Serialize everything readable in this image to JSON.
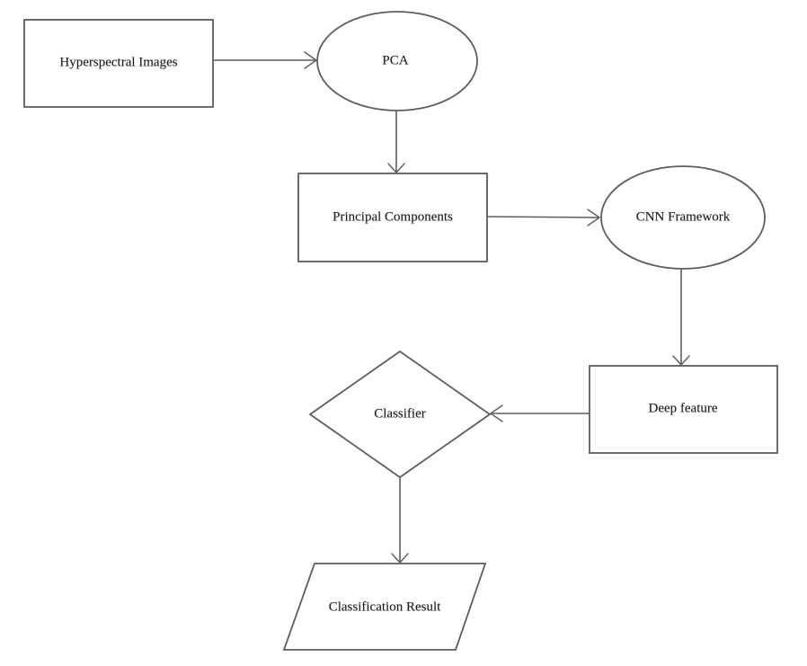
{
  "diagram": {
    "type": "flowchart",
    "background": "#ffffff",
    "colors": {
      "stroke": "#5d5d5d",
      "text": "#1e1e1e"
    },
    "nodes": [
      {
        "id": "hyperspectral_images",
        "label": "Hyperspectral Images",
        "shape": "rectangle"
      },
      {
        "id": "pca",
        "label": "PCA",
        "shape": "ellipse"
      },
      {
        "id": "principal_components",
        "label": "Principal Components",
        "shape": "rectangle"
      },
      {
        "id": "cnn_framework",
        "label": "CNN Framework",
        "shape": "ellipse"
      },
      {
        "id": "deep_feature",
        "label": "Deep feature",
        "shape": "rectangle"
      },
      {
        "id": "classifier",
        "label": "Classifier",
        "shape": "diamond"
      },
      {
        "id": "classification_result",
        "label": "Classification Result",
        "shape": "parallelogram"
      }
    ],
    "edges": [
      {
        "from": "hyperspectral_images",
        "to": "pca",
        "direction": "right"
      },
      {
        "from": "pca",
        "to": "principal_components",
        "direction": "down"
      },
      {
        "from": "principal_components",
        "to": "cnn_framework",
        "direction": "right"
      },
      {
        "from": "cnn_framework",
        "to": "deep_feature",
        "direction": "down"
      },
      {
        "from": "deep_feature",
        "to": "classifier",
        "direction": "left"
      },
      {
        "from": "classifier",
        "to": "classification_result",
        "direction": "down"
      }
    ]
  }
}
